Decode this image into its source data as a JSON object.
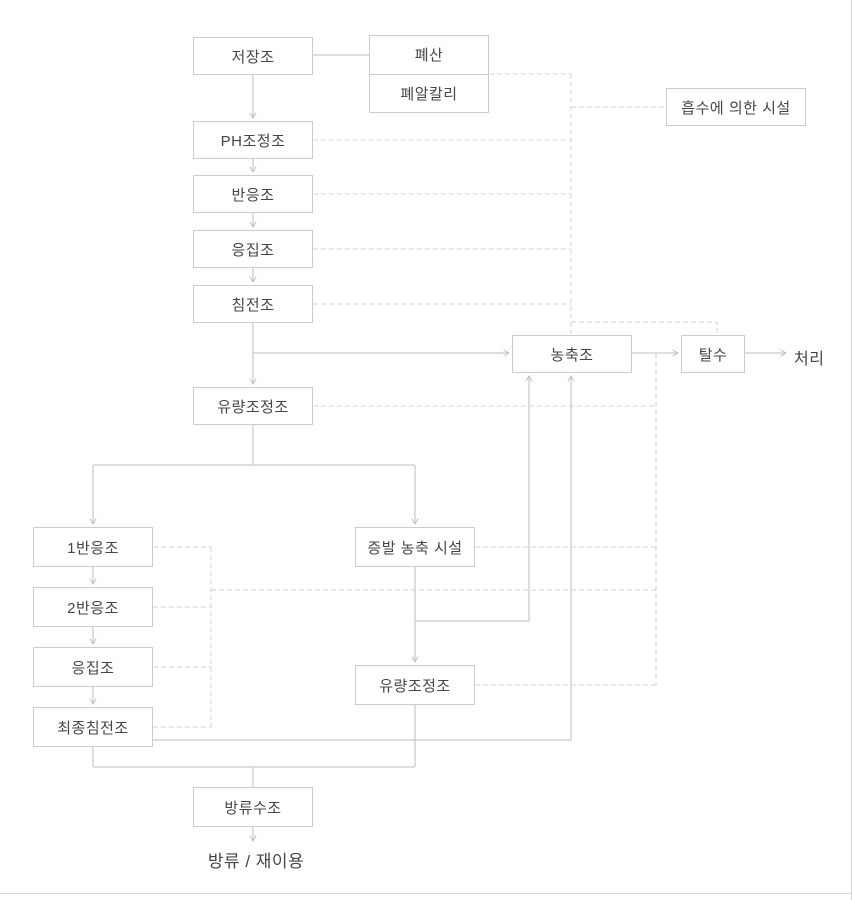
{
  "diagram": {
    "title": "wastewater-treatment-process-flow",
    "nodes": {
      "storage": {
        "label": "저장조"
      },
      "waste_acid": {
        "label": "폐산"
      },
      "waste_alkali": {
        "label": "폐알칼리"
      },
      "absorption": {
        "label": "흡수에 의한 시설"
      },
      "ph_adjust": {
        "label": "PH조정조"
      },
      "reaction": {
        "label": "반응조"
      },
      "coagulation": {
        "label": "응집조"
      },
      "sedimentation": {
        "label": "침전조"
      },
      "thickener": {
        "label": "농축조"
      },
      "dewatering": {
        "label": "탈수"
      },
      "flow_adjust_1": {
        "label": "유량조정조"
      },
      "reaction_1": {
        "label": "1반응조"
      },
      "reaction_2": {
        "label": "2반응조"
      },
      "coagulation_2": {
        "label": "응집조"
      },
      "final_sedimentation": {
        "label": "최종침전조"
      },
      "evaporation": {
        "label": "증발 농축 시설"
      },
      "flow_adjust_2": {
        "label": "유량조정조"
      },
      "discharge_basin": {
        "label": "방류수조"
      }
    },
    "terminals": {
      "treatment": {
        "label": "처리"
      },
      "discharge_reuse": {
        "label": "방류 / 재이용"
      }
    },
    "colors": {
      "background": "#ffffff",
      "box_border": "#cccccc",
      "box_text": "#454545",
      "solid_line": "#bcbcbc",
      "dashed_line": "#d3d3d3",
      "frame_line": "#d9d9d9"
    }
  }
}
